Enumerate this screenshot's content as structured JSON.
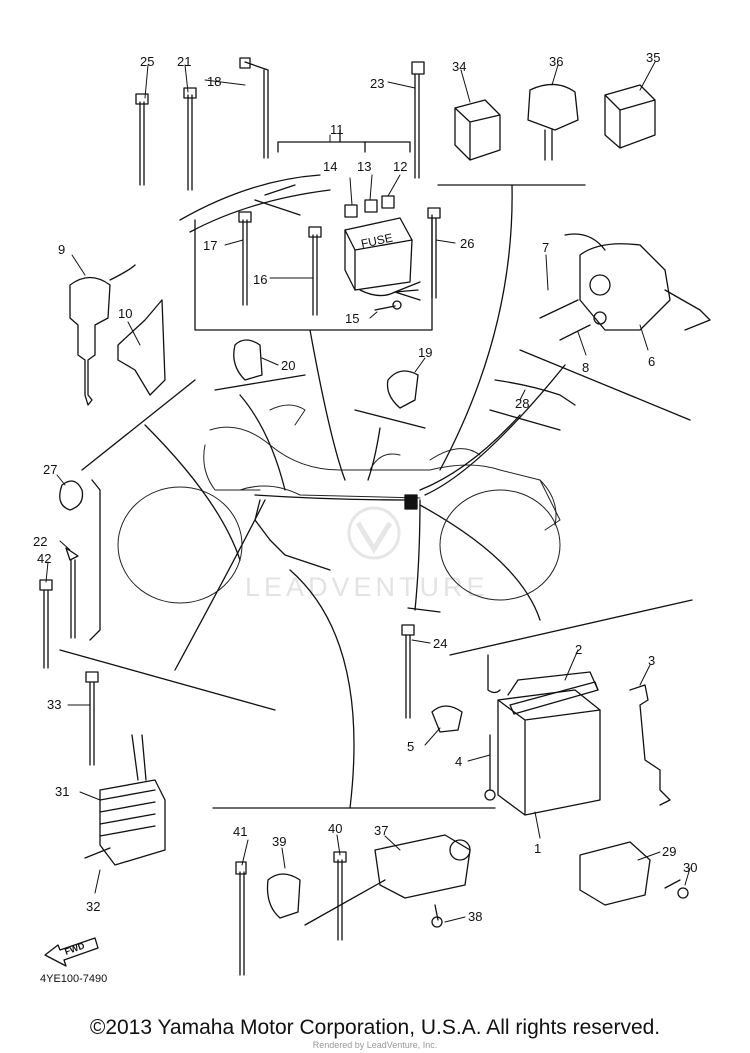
{
  "callouts": [
    "1",
    "2",
    "3",
    "4",
    "5",
    "6",
    "7",
    "8",
    "9",
    "10",
    "11",
    "12",
    "13",
    "14",
    "15",
    "16",
    "17",
    "18",
    "19",
    "20",
    "21",
    "22",
    "23",
    "24",
    "25",
    "26",
    "27",
    "28",
    "29",
    "30",
    "31",
    "32",
    "33",
    "34",
    "35",
    "36",
    "37",
    "38",
    "39",
    "40",
    "41",
    "42"
  ],
  "fuse_label": "FUSE",
  "fwd_label": "FWD",
  "part_code": "4YE100-7490",
  "watermark": "LEADVENTURE",
  "copyright": "©2013 Yamaha Motor Corporation, U.S.A. All rights reserved.",
  "rendered_by": "Rendered by LeadVenture, Inc."
}
